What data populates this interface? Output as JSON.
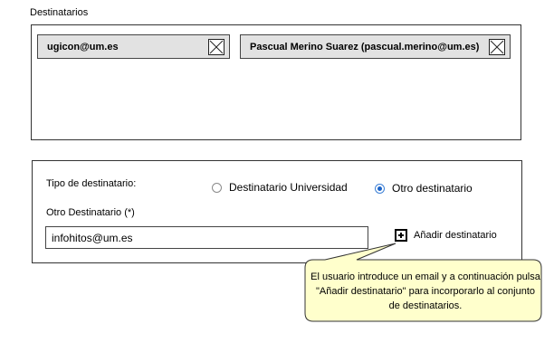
{
  "recipients": {
    "label": "Destinatarios",
    "chips": [
      {
        "label": "ugicon@um.es",
        "remove_icon": "close-x-icon"
      },
      {
        "label": "Pascual Merino Suarez (pascual.merino@um.es)",
        "remove_icon": "close-x-icon"
      }
    ]
  },
  "form": {
    "type_label": "Tipo de destinatario:",
    "radio_options": [
      {
        "label": "Destinatario Universidad",
        "checked": false
      },
      {
        "label": "Otro destinatario",
        "checked": true
      }
    ],
    "other_label": "Otro Destinatario (*)",
    "email_value": "infohitos@um.es",
    "add_label": "Añadir destinatario",
    "add_icon": "plus-square-icon"
  },
  "note": {
    "text": "El usuario introduce un email y a continuación pulsa \"Añadir destinatario\" para incorporarlo al conjunto de destinatarios.",
    "background": "#ffffcc"
  }
}
